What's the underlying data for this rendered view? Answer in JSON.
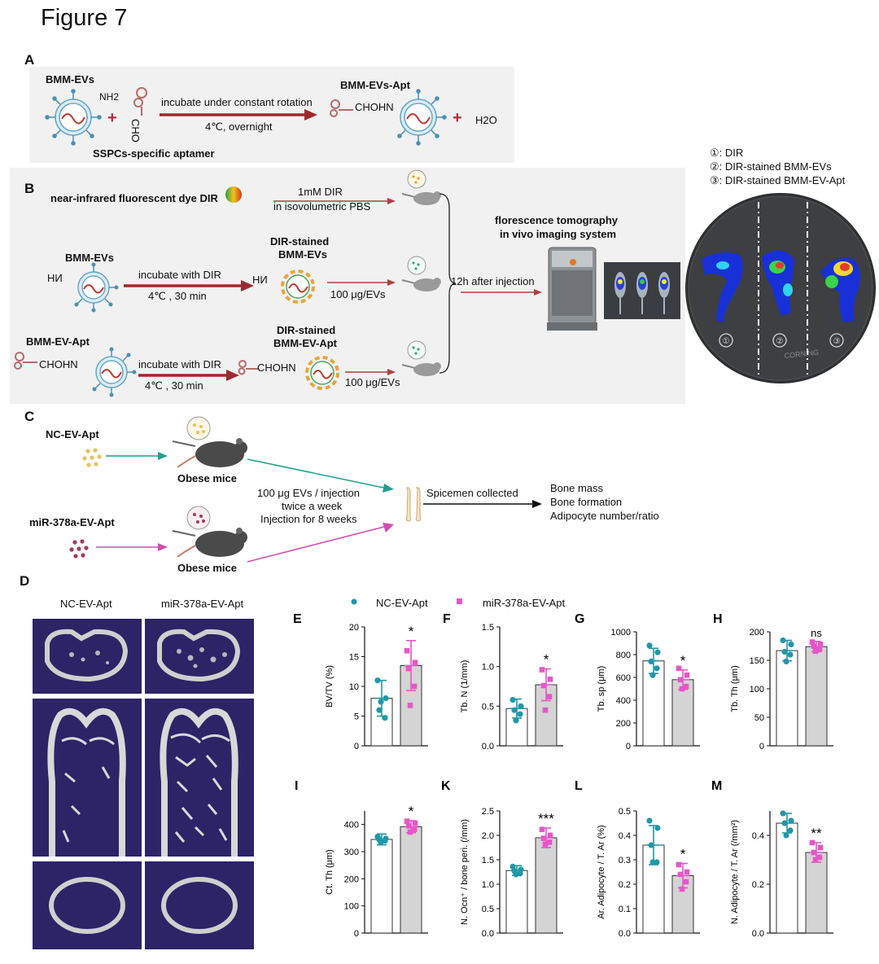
{
  "figure_title": "Figure 7",
  "panelA": {
    "letter": "A",
    "bmm_evs": "BMM-EVs",
    "nh2": "NH2",
    "plus": "+",
    "cho": "CHO",
    "aptamer": "SSPCs-specific aptamer",
    "step_line1": "incubate under constant rotation",
    "step_line2": "4℃, overnight",
    "product": "BMM-EVs-Apt",
    "product_group": "CHOHN",
    "h2o": "H2O"
  },
  "panelB": {
    "letter": "B",
    "dye": "near-infrared fluorescent dye DIR",
    "dir_step_line1": "1mM DIR",
    "dir_step_line2": "in isovolumetric PBS",
    "bmm_evs": "BMM-EVs",
    "nh_left": "HN",
    "incubate1": "incubate with DIR",
    "cond1": "4℃ , 30 min",
    "stained1_line1": "DIR-stained",
    "stained1_line2": "BMM-EVs",
    "dose1": "100 μg/EVs",
    "apt": "BMM-EV-Apt",
    "apt_group": "CHOHN",
    "incubate2": "incubate with DIR",
    "cond2": "4℃ , 30 min",
    "stained2_line1": "DIR-stained",
    "stained2_line2": "BMM-EV-Apt",
    "stained2_group": "CHOHN",
    "dose2": "100 μg/EVs",
    "after": "12h after injection",
    "tomo_line1": "florescence tomography",
    "tomo_line2": "in vivo imaging system",
    "legend": [
      "①: DIR",
      "②: DIR-stained BMM-EVs",
      "③: DIR-stained BMM-EV-Apt"
    ],
    "plate_nums": [
      "①",
      "②",
      "③"
    ],
    "plate_text": "CORNING"
  },
  "panelC": {
    "letter": "C",
    "group1": "NC-EV-Apt",
    "group2": "miR-378a-EV-Apt",
    "mice1": "Obese mice",
    "mice2": "Obese mice",
    "protocol": [
      "100 μg EVs / injection",
      "twice a week",
      "Injection for 8 weeks"
    ],
    "collected": "Spicemen collected",
    "outcomes": [
      "Bone mass",
      "Bone formation",
      "Adipocyte number/ratio"
    ]
  },
  "panelD": {
    "letter": "D",
    "col1": "NC-EV-Apt",
    "col2": "miR-378a-EV-Apt"
  },
  "legend": {
    "nc": "NC-EV-Apt",
    "mir": "miR-378a-EV-Apt",
    "nc_color": "#2197a8",
    "mir_color": "#e855c8"
  },
  "chart_data": [
    {
      "letter": "E",
      "type": "bar",
      "ylabel": "BV/TV (%)",
      "ylim": [
        0,
        20
      ],
      "ticks": [
        0,
        5,
        10,
        15,
        20
      ],
      "means": [
        8.0,
        13.5
      ],
      "sd": [
        3.0,
        4.2
      ],
      "points": [
        [
          11.0,
          8.0,
          6.0,
          4.7,
          7.4
        ],
        [
          16.0,
          14.0,
          13.0,
          10.0,
          6.8
        ]
      ],
      "sig": "*",
      "categories": [
        "NC-EV-Apt",
        "miR-378a-EV-Apt"
      ]
    },
    {
      "letter": "F",
      "type": "bar",
      "ylabel": "Tb. N (1/mm)",
      "ylim": [
        0,
        1.5
      ],
      "ticks": [
        0.0,
        0.5,
        1.0,
        1.5
      ],
      "ticklabels": [
        "0.0",
        "0.5",
        "1.0",
        "1.5"
      ],
      "means": [
        0.47,
        0.77
      ],
      "sd": [
        0.12,
        0.2
      ],
      "points": [
        [
          0.58,
          0.5,
          0.45,
          0.4,
          0.32
        ],
        [
          0.96,
          0.84,
          0.76,
          0.62,
          0.45
        ]
      ],
      "sig": "*",
      "categories": [
        "NC-EV-Apt",
        "miR-378a-EV-Apt"
      ]
    },
    {
      "letter": "G",
      "type": "bar",
      "ylabel": "Tb. sp (μm)",
      "ylim": [
        0,
        1000
      ],
      "ticks": [
        0,
        200,
        400,
        600,
        800,
        1000
      ],
      "means": [
        745,
        580
      ],
      "sd": [
        110,
        85
      ],
      "points": [
        [
          880,
          820,
          740,
          680,
          620
        ],
        [
          680,
          620,
          580,
          520,
          500
        ]
      ],
      "sig": "*",
      "categories": [
        "NC-EV-Apt",
        "miR-378a-EV-Apt"
      ]
    },
    {
      "letter": "H",
      "type": "bar",
      "ylabel": "Tb. Th (μm)",
      "ylim": [
        0,
        200
      ],
      "ticks": [
        0,
        50,
        100,
        150,
        200
      ],
      "means": [
        167,
        174
      ],
      "sd": [
        18,
        9
      ],
      "points": [
        [
          185,
          178,
          165,
          160,
          148
        ],
        [
          182,
          178,
          175,
          170,
          166
        ]
      ],
      "sig": "ns",
      "categories": [
        "NC-EV-Apt",
        "miR-378a-EV-Apt"
      ]
    },
    {
      "letter": "I",
      "type": "bar",
      "ylabel": "Ct. Th (μm)",
      "ylim": [
        0,
        450
      ],
      "ticks": [
        0,
        100,
        200,
        300,
        400
      ],
      "means": [
        345,
        392
      ],
      "sd": [
        20,
        22
      ],
      "points": [
        [
          355,
          348,
          344,
          340,
          335
        ],
        [
          412,
          405,
          395,
          382,
          372
        ]
      ],
      "sig": "*",
      "categories": [
        "NC-EV-Apt",
        "miR-378a-EV-Apt"
      ]
    },
    {
      "letter": "K",
      "type": "bar",
      "ylabel": "N. Ocn⁺ / bone peri. (/mm)",
      "ylim": [
        0,
        2.5
      ],
      "ticks": [
        0.0,
        0.5,
        1.0,
        1.5,
        2.0,
        2.5
      ],
      "ticklabels": [
        "0.0",
        "0.5",
        "1.0",
        "1.5",
        "2.0",
        "2.5"
      ],
      "means": [
        1.28,
        1.95
      ],
      "sd": [
        0.1,
        0.2
      ],
      "points": [
        [
          1.36,
          1.3,
          1.27,
          1.22,
          1.2
        ],
        [
          2.12,
          2.0,
          1.94,
          1.86,
          1.82
        ]
      ],
      "sig": "***",
      "categories": [
        "NC-EV-Apt",
        "miR-378a-EV-Apt"
      ]
    },
    {
      "letter": "L",
      "type": "bar",
      "ylabel": "Ar. Adipocyte / T. Ar (%)",
      "ylim": [
        0,
        0.5
      ],
      "ticks": [
        0.0,
        0.1,
        0.2,
        0.3,
        0.4,
        0.5
      ],
      "ticklabels": [
        "0.0",
        "0.1",
        "0.2",
        "0.3",
        "0.4",
        "0.5"
      ],
      "means": [
        0.36,
        0.235
      ],
      "sd": [
        0.08,
        0.05
      ],
      "points": [
        [
          0.46,
          0.43,
          0.36,
          0.29,
          0.29
        ],
        [
          0.28,
          0.25,
          0.24,
          0.21,
          0.18
        ]
      ],
      "sig": "*",
      "categories": [
        "NC-EV-Apt",
        "miR-378a-EV-Apt"
      ]
    },
    {
      "letter": "M",
      "type": "bar",
      "ylabel": "N. Adipocyte / T. Ar (/mm²)",
      "ylim": [
        0,
        0.5
      ],
      "ticks": [
        0.0,
        0.2,
        0.4
      ],
      "ticklabels": [
        "0.0",
        "0.2",
        "0.4"
      ],
      "means": [
        0.45,
        0.33
      ],
      "sd": [
        0.04,
        0.04
      ],
      "points": [
        [
          0.49,
          0.46,
          0.45,
          0.42,
          0.4
        ],
        [
          0.37,
          0.35,
          0.33,
          0.31,
          0.3
        ]
      ],
      "sig": "**",
      "categories": [
        "NC-EV-Apt",
        "miR-378a-EV-Apt"
      ]
    }
  ]
}
